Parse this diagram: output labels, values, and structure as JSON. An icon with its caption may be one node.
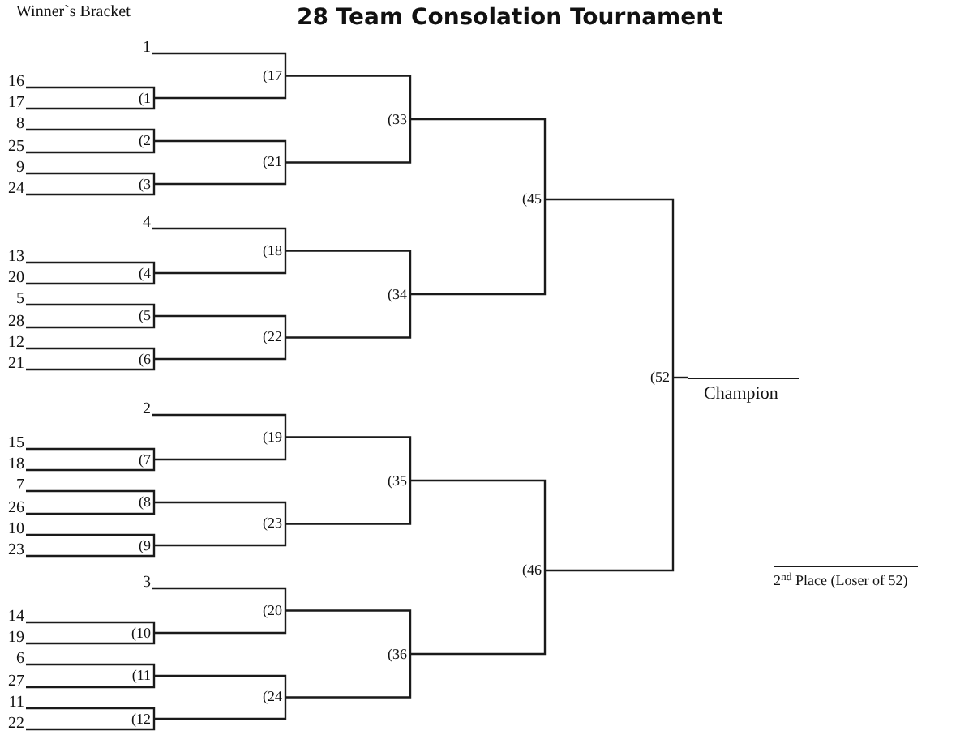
{
  "diagram": {
    "title": "28 Team Consolation Tournament",
    "nodes": [
      {
        "text": [
          "1"
        ]
      },
      {
        "text": [
          "16"
        ]
      },
      {
        "text": [
          "17"
        ]
      },
      {
        "text": [
          "8"
        ]
      },
      {
        "text": [
          "25"
        ]
      },
      {
        "text": [
          "9"
        ]
      },
      {
        "text": [
          "24"
        ]
      },
      {
        "text": [
          "4"
        ]
      },
      {
        "text": [
          "13"
        ]
      },
      {
        "text": [
          "20"
        ]
      },
      {
        "text": [
          "5"
        ]
      },
      {
        "text": [
          "28"
        ]
      },
      {
        "text": [
          "12"
        ]
      },
      {
        "text": [
          "21"
        ]
      },
      {
        "text": [
          "2"
        ]
      },
      {
        "text": [
          "15"
        ]
      },
      {
        "text": [
          "18"
        ]
      },
      {
        "text": [
          "7"
        ]
      },
      {
        "text": [
          "26"
        ]
      },
      {
        "text": [
          "10"
        ]
      },
      {
        "text": [
          "23"
        ]
      },
      {
        "text": [
          "3"
        ]
      },
      {
        "text": [
          "14"
        ]
      },
      {
        "text": [
          "19"
        ]
      },
      {
        "text": [
          "6"
        ]
      },
      {
        "text": [
          "27"
        ]
      },
      {
        "text": [
          "11"
        ]
      },
      {
        "text": [
          "22"
        ]
      },
      {
        "text": [
          "(1"
        ]
      },
      {
        "text": [
          "(2"
        ]
      },
      {
        "text": [
          "(3"
        ]
      },
      {
        "text": [
          "(4"
        ]
      },
      {
        "text": [
          "(5"
        ]
      },
      {
        "text": [
          "(6"
        ]
      },
      {
        "text": [
          "(7"
        ]
      },
      {
        "text": [
          "(8"
        ]
      },
      {
        "text": [
          "(9"
        ]
      },
      {
        "text": [
          "(10"
        ]
      },
      {
        "text": [
          "(11"
        ]
      },
      {
        "text": [
          "(12"
        ]
      },
      {
        "text": [
          "(17"
        ]
      },
      {
        "text": [
          "(21"
        ]
      },
      {
        "text": [
          "(18"
        ]
      },
      {
        "text": [
          "(22"
        ]
      },
      {
        "text": [
          "(19"
        ]
      },
      {
        "text": [
          "(23"
        ]
      },
      {
        "text": [
          "(20"
        ]
      },
      {
        "text": [
          "(24"
        ]
      },
      {
        "text": [
          "(33"
        ]
      },
      {
        "text": [
          "(34"
        ]
      },
      {
        "text": [
          "(35"
        ]
      },
      {
        "text": [
          "(36"
        ]
      },
      {
        "text": [
          "(45"
        ]
      },
      {
        "text": [
          "(46"
        ]
      },
      {
        "text": [
          "(52"
        ]
      },
      {
        "text": [
          "Champion"
        ]
      }
    ],
    "edges": [
      {
        "from": 1,
        "to": 28,
        "arrow": "none"
      },
      {
        "from": 2,
        "to": 28,
        "arrow": "none"
      },
      {
        "from": 3,
        "to": 29,
        "arrow": "none"
      },
      {
        "from": 4,
        "to": 29,
        "arrow": "none"
      },
      {
        "from": 5,
        "to": 30,
        "arrow": "none"
      },
      {
        "from": 6,
        "to": 30,
        "arrow": "none"
      },
      {
        "from": 0,
        "to": 40,
        "arrow": "none"
      },
      {
        "from": 28,
        "to": 40,
        "arrow": "none"
      },
      {
        "from": 29,
        "to": 41,
        "arrow": "none"
      },
      {
        "from": 30,
        "to": 41,
        "arrow": "none"
      },
      {
        "from": 8,
        "to": 31,
        "arrow": "none"
      },
      {
        "from": 9,
        "to": 31,
        "arrow": "none"
      },
      {
        "from": 10,
        "to": 32,
        "arrow": "none"
      },
      {
        "from": 11,
        "to": 32,
        "arrow": "none"
      },
      {
        "from": 12,
        "to": 33,
        "arrow": "none"
      },
      {
        "from": 13,
        "to": 33,
        "arrow": "none"
      },
      {
        "from": 7,
        "to": 42,
        "arrow": "none"
      },
      {
        "from": 31,
        "to": 42,
        "arrow": "none"
      },
      {
        "from": 32,
        "to": 43,
        "arrow": "none"
      },
      {
        "from": 33,
        "to": 43,
        "arrow": "none"
      },
      {
        "from": 15,
        "to": 34,
        "arrow": "none"
      },
      {
        "from": 16,
        "to": 34,
        "arrow": "none"
      },
      {
        "from": 17,
        "to": 35,
        "arrow": "none"
      },
      {
        "from": 18,
        "to": 35,
        "arrow": "none"
      },
      {
        "from": 19,
        "to": 36,
        "arrow": "none"
      },
      {
        "from": 20,
        "to": 36,
        "arrow": "none"
      },
      {
        "from": 14,
        "to": 44,
        "arrow": "none"
      },
      {
        "from": 34,
        "to": 44,
        "arrow": "none"
      },
      {
        "from": 35,
        "to": 45,
        "arrow": "none"
      },
      {
        "from": 36,
        "to": 45,
        "arrow": "none"
      },
      {
        "from": 22,
        "to": 37,
        "arrow": "none"
      },
      {
        "from": 23,
        "to": 37,
        "arrow": "none"
      },
      {
        "from": 24,
        "to": 38,
        "arrow": "none"
      },
      {
        "from": 25,
        "to": 38,
        "arrow": "none"
      },
      {
        "from": 26,
        "to": 39,
        "arrow": "none"
      },
      {
        "from": 27,
        "to": 39,
        "arrow": "none"
      },
      {
        "from": 21,
        "to": 46,
        "arrow": "none"
      },
      {
        "from": 37,
        "to": 46,
        "arrow": "none"
      },
      {
        "from": 38,
        "to": 47,
        "arrow": "none"
      },
      {
        "from": 39,
        "to": 47,
        "arrow": "none"
      },
      {
        "from": 40,
        "to": 48,
        "arrow": "none"
      },
      {
        "from": 41,
        "to": 48,
        "arrow": "none"
      },
      {
        "from": 42,
        "to": 49,
        "arrow": "none"
      },
      {
        "from": 43,
        "to": 49,
        "arrow": "none"
      },
      {
        "from": 44,
        "to": 50,
        "arrow": "none"
      },
      {
        "from": 45,
        "to": 50,
        "arrow": "none"
      },
      {
        "from": 46,
        "to": 51,
        "arrow": "none"
      },
      {
        "from": 47,
        "to": 51,
        "arrow": "none"
      },
      {
        "from": 48,
        "to": 52,
        "arrow": "none"
      },
      {
        "from": 49,
        "to": 52,
        "arrow": "none"
      },
      {
        "from": 50,
        "to": 53,
        "arrow": "none"
      },
      {
        "from": 51,
        "to": 53,
        "arrow": "none"
      },
      {
        "from": 52,
        "to": 54,
        "arrow": "none"
      },
      {
        "from": 53,
        "to": 54,
        "arrow": "none"
      },
      {
        "from": 54,
        "to": 55,
        "arrow": "none"
      }
    ],
    "labels": [
      "Winner`s Bracket",
      "2$^{nd}$ Place (Loser of 52)"
    ]
  }
}
